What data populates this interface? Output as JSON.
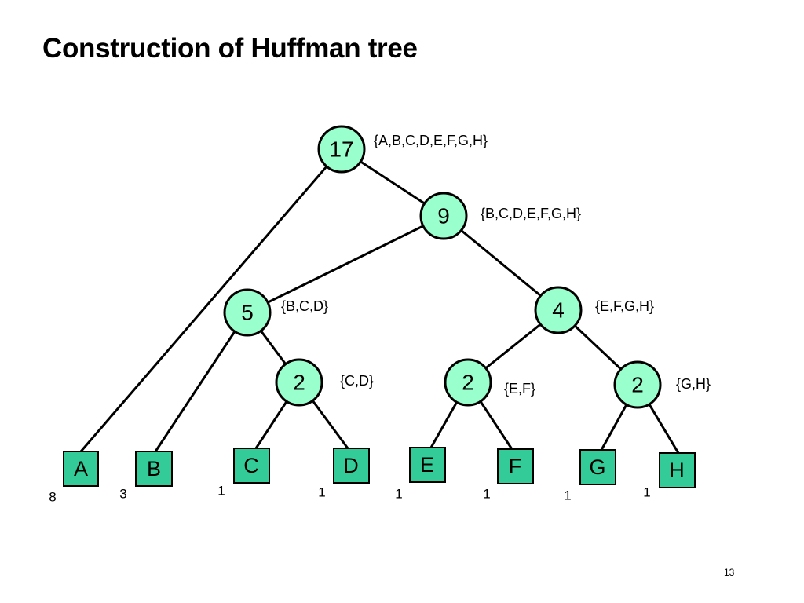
{
  "slide": {
    "title": "Construction of Huffman tree",
    "page_number": "13"
  },
  "colors": {
    "internal_node_fill": "#99ffcc",
    "leaf_fill": "#33cc99",
    "stroke": "#000000"
  },
  "tree": {
    "internal_nodes": [
      {
        "id": "n17",
        "weight": "17",
        "set": "{A,B,C,D,E,F,G,H}"
      },
      {
        "id": "n9",
        "weight": "9",
        "set": "{B,C,D,E,F,G,H}"
      },
      {
        "id": "n5",
        "weight": "5",
        "set": "{B,C,D}"
      },
      {
        "id": "n4",
        "weight": "4",
        "set": "{E,F,G,H}"
      },
      {
        "id": "n2cd",
        "weight": "2",
        "set": "{C,D}"
      },
      {
        "id": "n2ef",
        "weight": "2",
        "set": "{E,F}"
      },
      {
        "id": "n2gh",
        "weight": "2",
        "set": "{G,H}"
      }
    ],
    "leaves": [
      {
        "id": "A",
        "label": "A",
        "weight": "8"
      },
      {
        "id": "B",
        "label": "B",
        "weight": "3"
      },
      {
        "id": "C",
        "label": "C",
        "weight": "1"
      },
      {
        "id": "D",
        "label": "D",
        "weight": "1"
      },
      {
        "id": "E",
        "label": "E",
        "weight": "1"
      },
      {
        "id": "F",
        "label": "F",
        "weight": "1"
      },
      {
        "id": "G",
        "label": "G",
        "weight": "1"
      },
      {
        "id": "H",
        "label": "H",
        "weight": "1"
      }
    ],
    "edges": [
      [
        "n17",
        "A"
      ],
      [
        "n17",
        "n9"
      ],
      [
        "n9",
        "n5"
      ],
      [
        "n9",
        "n4"
      ],
      [
        "n5",
        "B"
      ],
      [
        "n5",
        "n2cd"
      ],
      [
        "n2cd",
        "C"
      ],
      [
        "n2cd",
        "D"
      ],
      [
        "n4",
        "n2ef"
      ],
      [
        "n4",
        "n2gh"
      ],
      [
        "n2ef",
        "E"
      ],
      [
        "n2ef",
        "F"
      ],
      [
        "n2gh",
        "G"
      ],
      [
        "n2gh",
        "H"
      ]
    ]
  }
}
